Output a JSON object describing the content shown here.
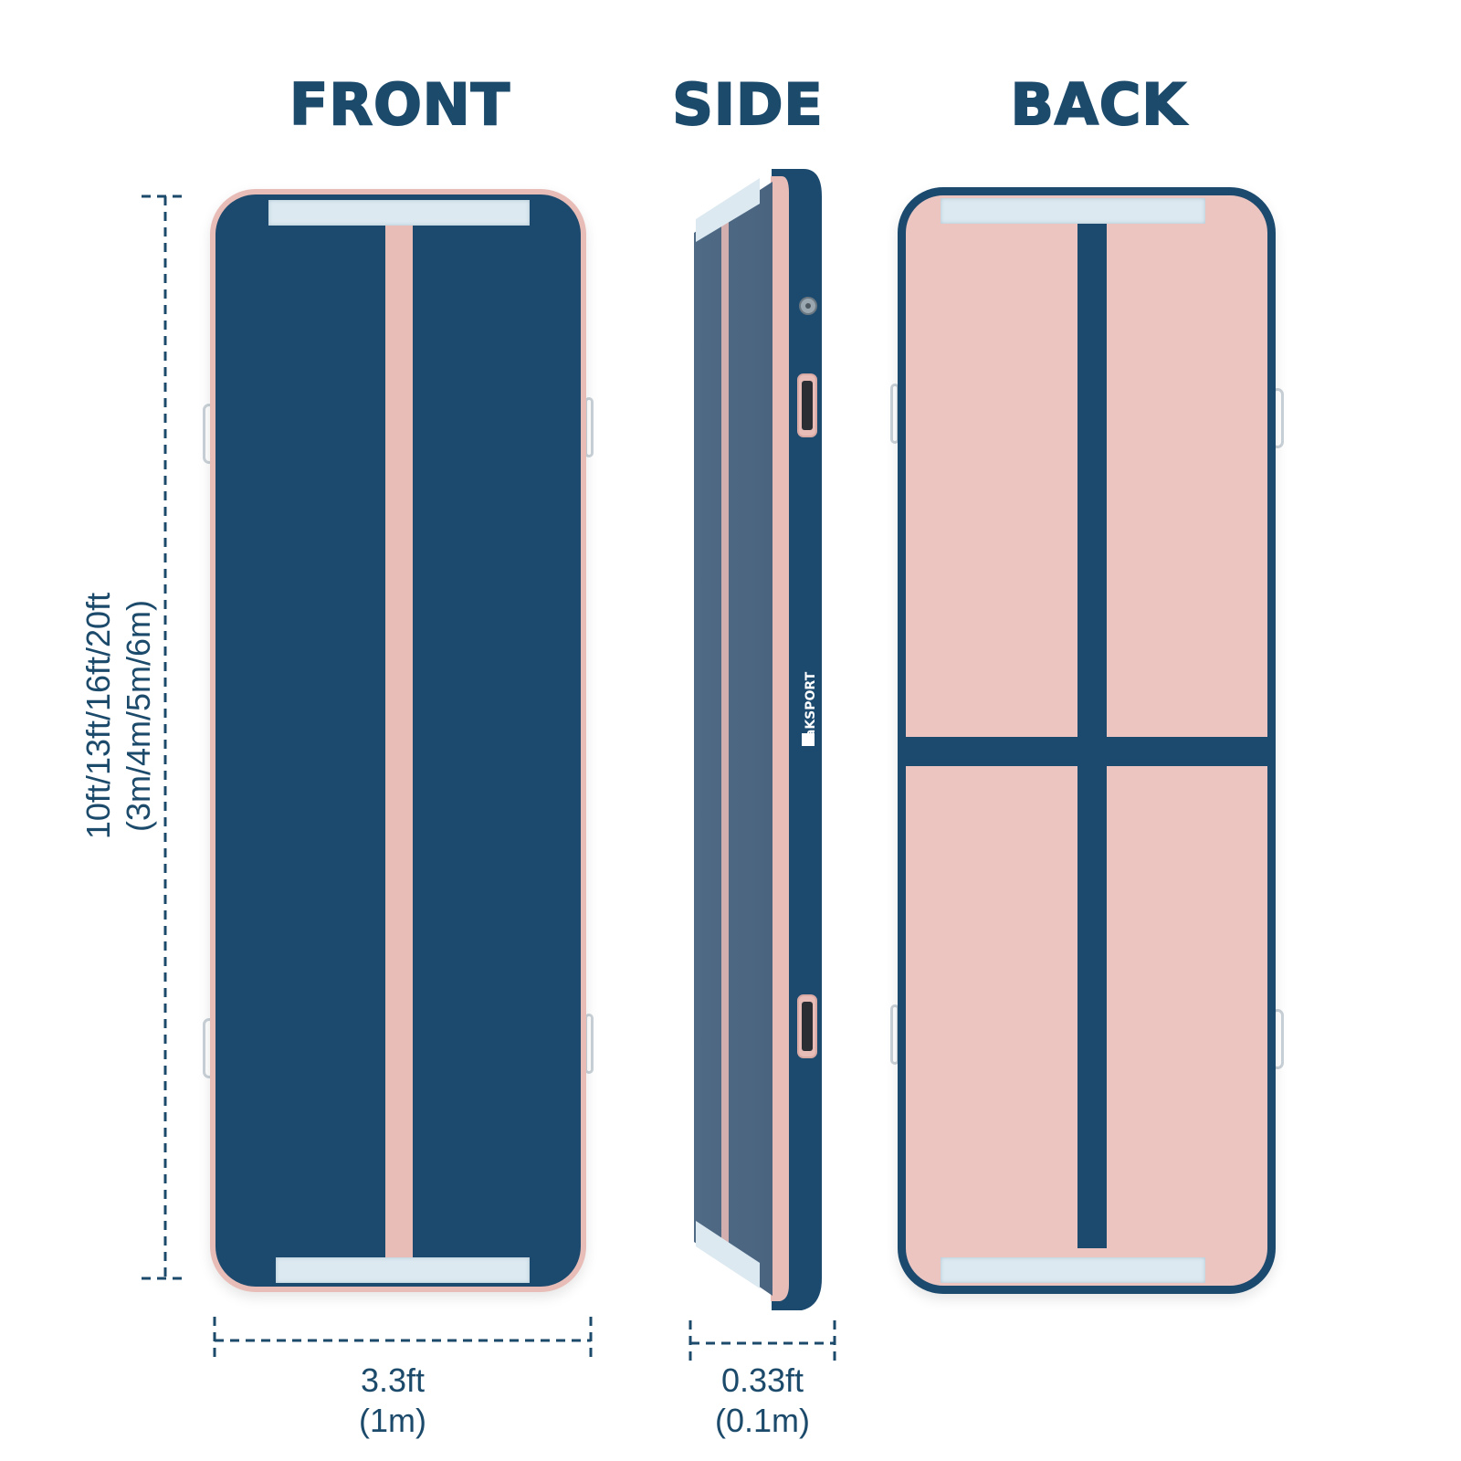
{
  "headings": {
    "front": "FRONT",
    "side": "SIDE",
    "back": "BACK"
  },
  "dimensions": {
    "length_ft": "10ft/13ft/16ft/20ft",
    "length_m": "(3m/4m/5m/6m)",
    "width_ft": "3.3ft",
    "width_m": "(1m)",
    "thickness_ft": "0.33ft",
    "thickness_m": "(0.1m)"
  },
  "brand": {
    "name": "aKSPORT"
  },
  "colors": {
    "navy": "#1c4a6e",
    "pink": "#ecc5c1",
    "velcro": "#dce9f1",
    "dimension_line": "#1c4a6b"
  }
}
